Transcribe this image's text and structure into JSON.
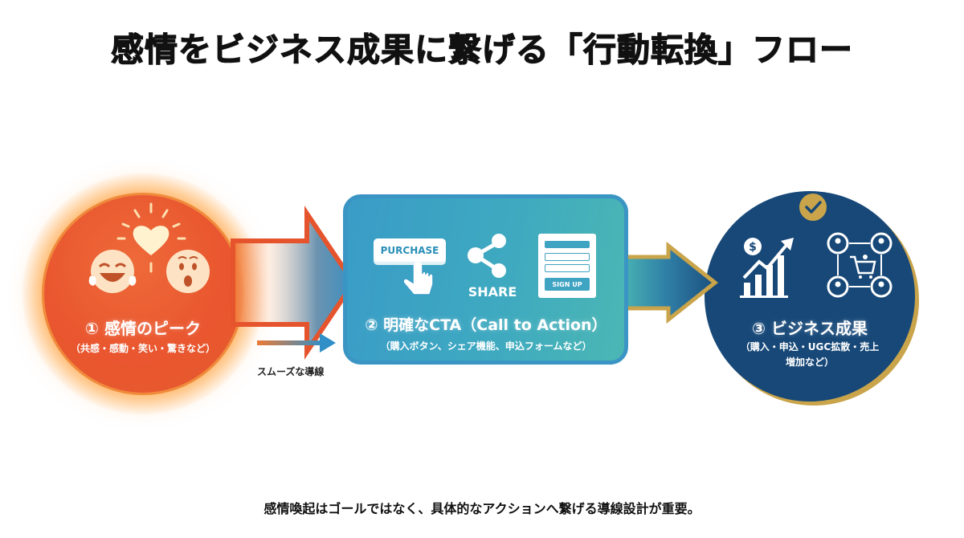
{
  "title": "感情をビジネス成果に繋げる「行動転換」フロー",
  "colors": {
    "step1": "#e9562f",
    "step1_glow": "#f5a040",
    "step2": "#3ea9c0",
    "step2_border": "#3b95c4",
    "step3": "#174878",
    "gold": "#c9a44a"
  },
  "steps": [
    {
      "number": "①",
      "title": "① 感情のピーク",
      "subtitle": "（共感・感動・笑い・驚きなど）",
      "icons": [
        "heart-icon",
        "laughing-face-icon",
        "surprised-face-icon"
      ]
    },
    {
      "number": "②",
      "title": "② 明確なCTA（Call to Action）",
      "subtitle": "（購入ボタン、シェア機能、申込フォームなど）",
      "icons": [
        "purchase-button-icon",
        "share-icon",
        "signup-form-icon"
      ],
      "purchase_label": "PURCHASE",
      "share_label": "SHARE",
      "signup_label": "SIGN UP"
    },
    {
      "number": "③",
      "title": "③ ビジネス成果",
      "subtitle": "（購入・申込・UGC拡散・売上増加など）",
      "icons": [
        "check-icon",
        "growth-chart-icon",
        "network-cart-icon"
      ],
      "currency_symbol": "$"
    }
  ],
  "connector_label": "スムーズな導線",
  "footer": "感情喚起はゴールではなく、具体的なアクションへ繋げる導線設計が重要。"
}
